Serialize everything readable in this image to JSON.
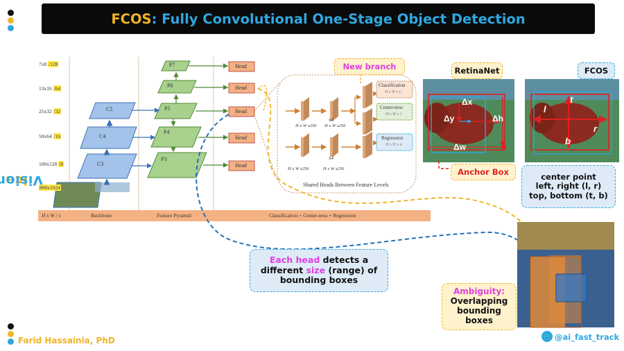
{
  "title": {
    "accent": "FCOS",
    "rest": ": Fully Convolutional One-Stage Object Detection"
  },
  "brand": {
    "part1": "Ice",
    "part2": "Vision"
  },
  "author": "Farid Hassainia, PhD",
  "twitter": {
    "icon": "twitter-bird-icon",
    "handle": "@ai_fast_track"
  },
  "colors": {
    "blue": "#2fa7e0",
    "yellow": "#f0b429",
    "magenta": "#e040e0",
    "red": "#e02020",
    "pyramid_green": "#a9d18e",
    "backbone_blue": "#a4c3ea",
    "head_orange": "#f4b183"
  },
  "diagram": {
    "strides": [
      {
        "size": "7x8",
        "stride": "/128"
      },
      {
        "size": "13x16",
        "stride": "/64"
      },
      {
        "size": "25x32",
        "stride": "/32"
      },
      {
        "size": "50x64",
        "stride": "/16"
      },
      {
        "size": "100x128",
        "stride": "/8"
      }
    ],
    "input_size": "800x1024",
    "backbone_levels": [
      "C5",
      "C4",
      "C3"
    ],
    "pyramid_levels": [
      "P7",
      "P6",
      "P5",
      "P4",
      "P3"
    ],
    "head_label": "Head",
    "footer": {
      "dims": "H x W  / s",
      "backbone": "Backbone",
      "pyramid": "Feature Pyramid",
      "heads": "Classification + Center-ness + Regression"
    },
    "shared_heads": {
      "new_branch": "New branch",
      "dim_label": "H x W x256",
      "repeat": "x4",
      "classification": "Classification",
      "classification_dim": "H x W x C",
      "centerness": "Center-ness",
      "centerness_dim": "H x W x 1",
      "regression": "Regression",
      "regression_dim": "H x W x 4",
      "caption": "Shared Heads Between Feature Levels"
    }
  },
  "retinanet": {
    "title": "RetinaNet",
    "deltas": [
      "Δx",
      "Δy",
      "Δh",
      "Δw"
    ],
    "anchor_label": "Anchor Box"
  },
  "fcos": {
    "title": "FCOS",
    "letters": [
      "l",
      "t",
      "r",
      "b"
    ],
    "desc_line1": "center point",
    "desc_line2": "left, right (l, r)",
    "desc_line3": "top, bottom (t, b)"
  },
  "callout_heads": {
    "part1": "Each head",
    "part2": " detects a",
    "part3": "different ",
    "part4": "size",
    "part5": " (range) of",
    "part6": "bounding boxes"
  },
  "callout_ambiguity": {
    "title": "Ambiguity:",
    "line1": "Overlapping",
    "line2": "bounding",
    "line3": "boxes"
  }
}
